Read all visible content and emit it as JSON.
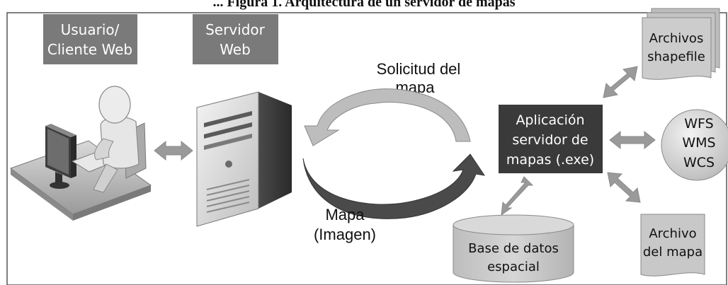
{
  "caption": "... Figura 1. Arquitectura de un servidor de mapas",
  "labels": {
    "usuario_line1": "Usuario/",
    "usuario_line2": "Cliente Web",
    "servidor_line1": "Servidor",
    "servidor_line2": "Web",
    "solicitud_line1": "Solicitud del",
    "solicitud_line2": "mapa",
    "mapa_line1": "Mapa",
    "mapa_line2": "(Imagen)",
    "aplicacion_line1": "Aplicación",
    "aplicacion_line2": "servidor de",
    "aplicacion_line3": "mapas (.exe)",
    "archivos_line1": "Archivos",
    "archivos_line2": "shapefile",
    "services_line1": "WFS",
    "services_line2": "WMS",
    "services_line3": "WCS",
    "archivo_mapa_line1": "Archivo",
    "archivo_mapa_line2": "del mapa",
    "base_datos_line1": "Base de datos",
    "base_datos_line2": "espacial"
  },
  "colors": {
    "label_box": "#7a7a7a",
    "app_box": "#3a3a3a",
    "light_shape": "#c8c8c8",
    "arrow": "#9a9a9a",
    "cycle_arrow": "#454545"
  },
  "icons": [
    "person-at-computer-icon",
    "server-tower-icon"
  ]
}
